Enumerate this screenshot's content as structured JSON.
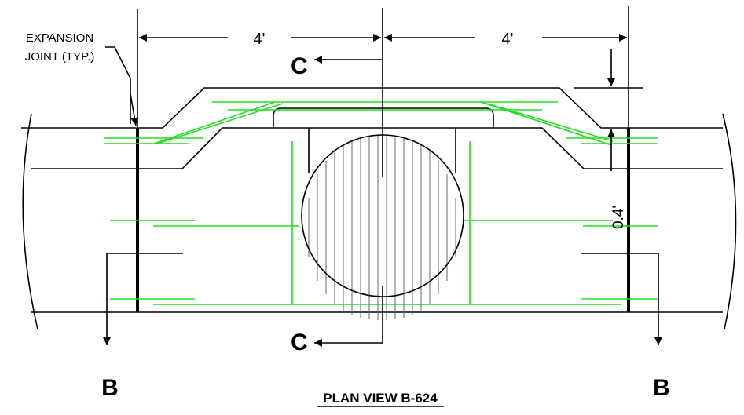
{
  "drawing": {
    "callout": {
      "line1": "EXPANSION",
      "line2": "JOINT (TYP.)"
    },
    "dimensions": {
      "left_span": "4'",
      "right_span": "4'",
      "offset": "0.4'"
    },
    "section_marks": {
      "section_c": "C",
      "section_b": "B"
    },
    "title": "PLAN VIEW B-624",
    "colors": {
      "linework": "#000000",
      "reinforcement": "#22dd22",
      "hatch": "#666666"
    }
  }
}
